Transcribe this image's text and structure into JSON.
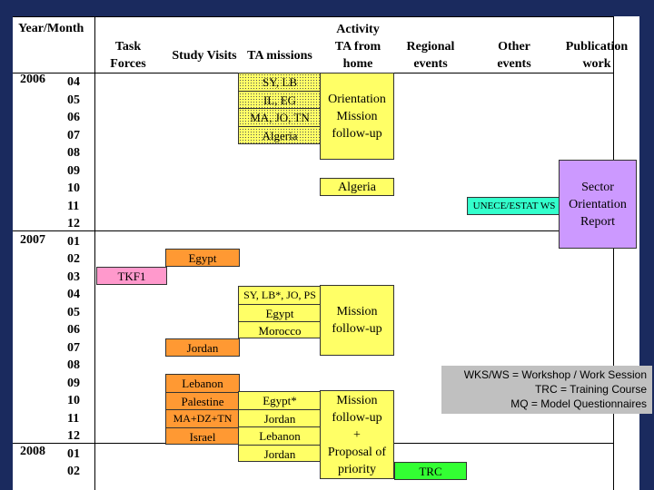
{
  "header": {
    "year_month": "Year/Month",
    "activity": "Activity",
    "columns": [
      "Task\nForces",
      "Study Visits",
      "TA missions",
      "TA from\nhome",
      "Regional\nevents",
      "Other\nevents",
      "Publication\nwork"
    ]
  },
  "years": [
    "2006",
    "2007",
    "2008"
  ],
  "months": [
    "04",
    "05",
    "06",
    "07",
    "08",
    "09",
    "10",
    "11",
    "12",
    "01",
    "02",
    "03",
    "04",
    "05",
    "06",
    "07",
    "08",
    "09",
    "10",
    "11",
    "12",
    "01",
    "02"
  ],
  "activities": {
    "ta_missions_2006": [
      "SY, LB",
      "IL, EG",
      "MA, JO, TN",
      "Algeria"
    ],
    "ta_missions_2007a": [
      "SY, LB*, JO, PS",
      "Egypt",
      "Morocco"
    ],
    "ta_missions_2007b": [
      "Egypt*",
      "Jordan",
      "Lebanon",
      "Jordan"
    ],
    "study_visits_egypt": "Egypt",
    "study_visits_jordan": "Jordan",
    "study_visits_late": [
      "Lebanon",
      "Palestine",
      "MA+DZ+TN",
      "Israel"
    ],
    "task_force": "TKF1",
    "ta_home_1": "Orientation\nMission\nfollow-up",
    "ta_home_algeria": "Algeria",
    "ta_home_2": "Mission\nfollow-up",
    "ta_home_3": "Mission\nfollow-up\n+\nProposal of\npriority",
    "other_event": "UNECE/ESTAT WS",
    "publication": "Sector\nOrientation\nReport",
    "regional_event": "TRC"
  },
  "legend": [
    "WKS/WS = Workshop / Work Session",
    "TRC = Training Course",
    "MQ = Model Questionnaires"
  ],
  "colors": {
    "ta_mission": "#ffff66",
    "study_visit": "#ff9933",
    "task_force": "#ff99cc",
    "other_event": "#33ffcc",
    "regional_event": "#33ff33",
    "publication": "#cc99ff",
    "frame": "#1a2a5e"
  }
}
